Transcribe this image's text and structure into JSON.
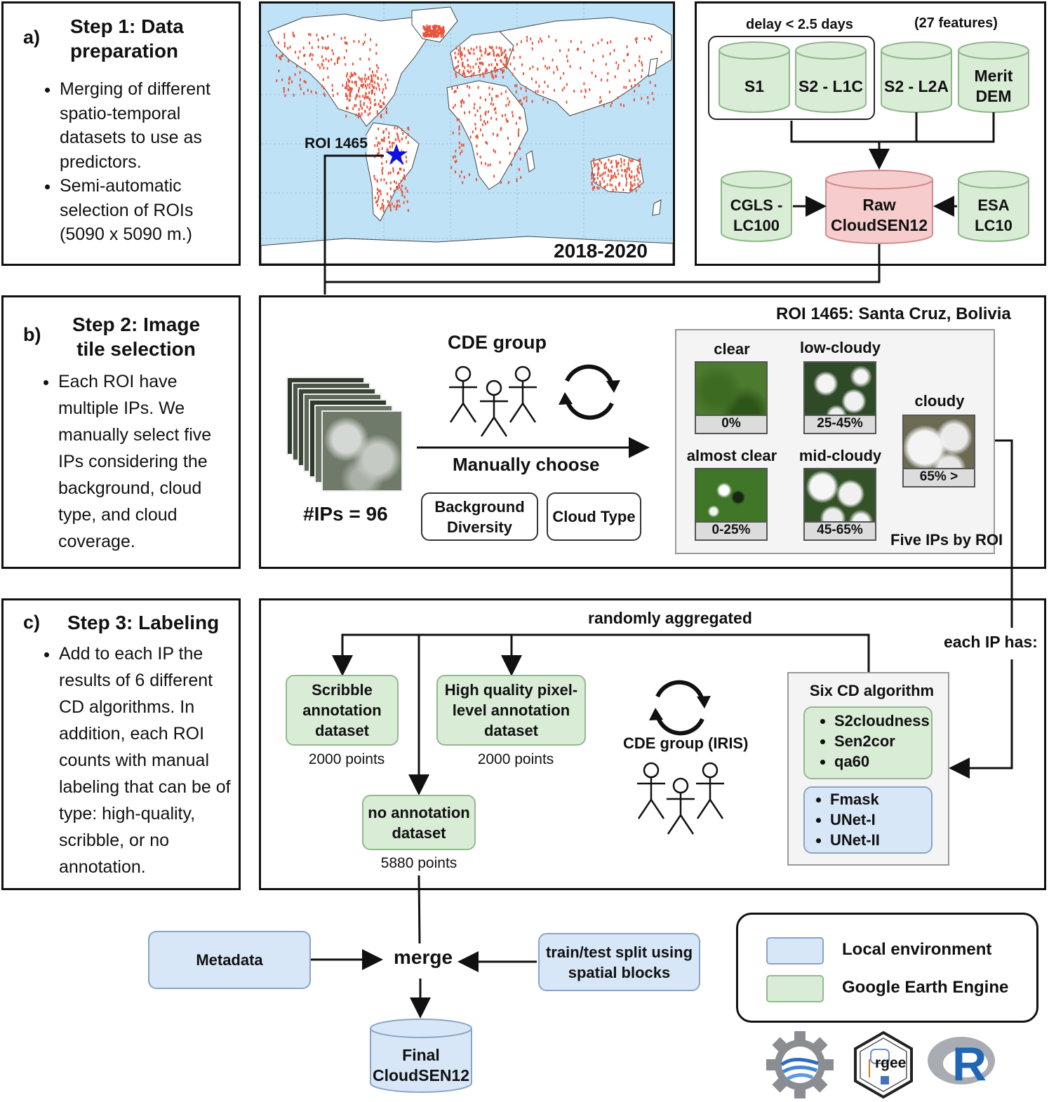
{
  "colors": {
    "gee_green": "#d9ecd6",
    "local_blue": "#d8e7f8",
    "raw_red": "#f6cccc",
    "map_ocean": "#bfe2f6",
    "map_points": "#e8543c",
    "star": "#1010e0"
  },
  "step1": {
    "letter": "a)",
    "title": "Step 1: Data preparation",
    "bullets": [
      "Merging of different spatio-temporal datasets to use as predictors.",
      "Semi-automatic selection of ROIs (5090 x 5090 m.)"
    ]
  },
  "map": {
    "roi_label": "ROI 1465",
    "years": "2018-2020"
  },
  "sources": {
    "delay_label": "delay < 2.5 days",
    "features_label": "(27 features)",
    "s1": "S1",
    "s2l1c": "S2 - L1C",
    "s2l2a": "S2 - L2A",
    "merit": "Merit DEM",
    "cgls": "CGLS - LC100",
    "raw": "Raw CloudSEN12",
    "esa": "ESA LC10"
  },
  "step2": {
    "letter": "b)",
    "title": "Step 2:  Image tile selection",
    "bullets": [
      "Each ROI have multiple IPs. We manually select five IPs considering the background, cloud type, and cloud coverage."
    ],
    "ip_count": "#IPs = 96",
    "cde_group": "CDE group",
    "manual": "Manually choose",
    "background_diversity": "Background Diversity",
    "cloud_type": "Cloud Type",
    "roi_title": "ROI 1465: Santa Cruz, Bolivia",
    "five_ips": "Five IPs by ROI",
    "tiles": [
      {
        "title": "clear",
        "range": "0%"
      },
      {
        "title": "low-cloudy",
        "range": "25-45%"
      },
      {
        "title": "almost clear",
        "range": "0-25%"
      },
      {
        "title": "mid-cloudy",
        "range": "45-65%"
      },
      {
        "title": "cloudy",
        "range": "65% >"
      }
    ]
  },
  "step3": {
    "letter": "c)",
    "title": "Step 3: Labeling",
    "bullets": [
      "Add to each IP the results of 6 different CD algorithms. In addition, each ROI counts with manual labeling that can be of type: high-quality, scribble, or no annotation."
    ],
    "randomly": "randomly aggregated",
    "each_ip": "each IP has:",
    "scribble": "Scribble annotation dataset",
    "scribble_pts": "2000 points",
    "hq": "High quality pixel-level annotation dataset",
    "hq_pts": "2000 points",
    "noann": "no annotation dataset",
    "noann_pts": "5880 points",
    "cde_iris": "CDE group (IRIS)",
    "six_cd": "Six CD algorithm",
    "gee_algos": [
      "S2cloudness",
      "Sen2cor",
      "qa60"
    ],
    "local_algos": [
      "Fmask",
      "UNet-I",
      "UNet-II"
    ]
  },
  "bottom": {
    "metadata": "Metadata",
    "merge": "merge",
    "split": "train/test split using spatial blocks",
    "final": "Final CloudSEN12"
  },
  "legend": {
    "local": "Local environment",
    "gee": "Google Earth Engine"
  },
  "logos": {
    "rgee": "rgee",
    "r": "R"
  }
}
